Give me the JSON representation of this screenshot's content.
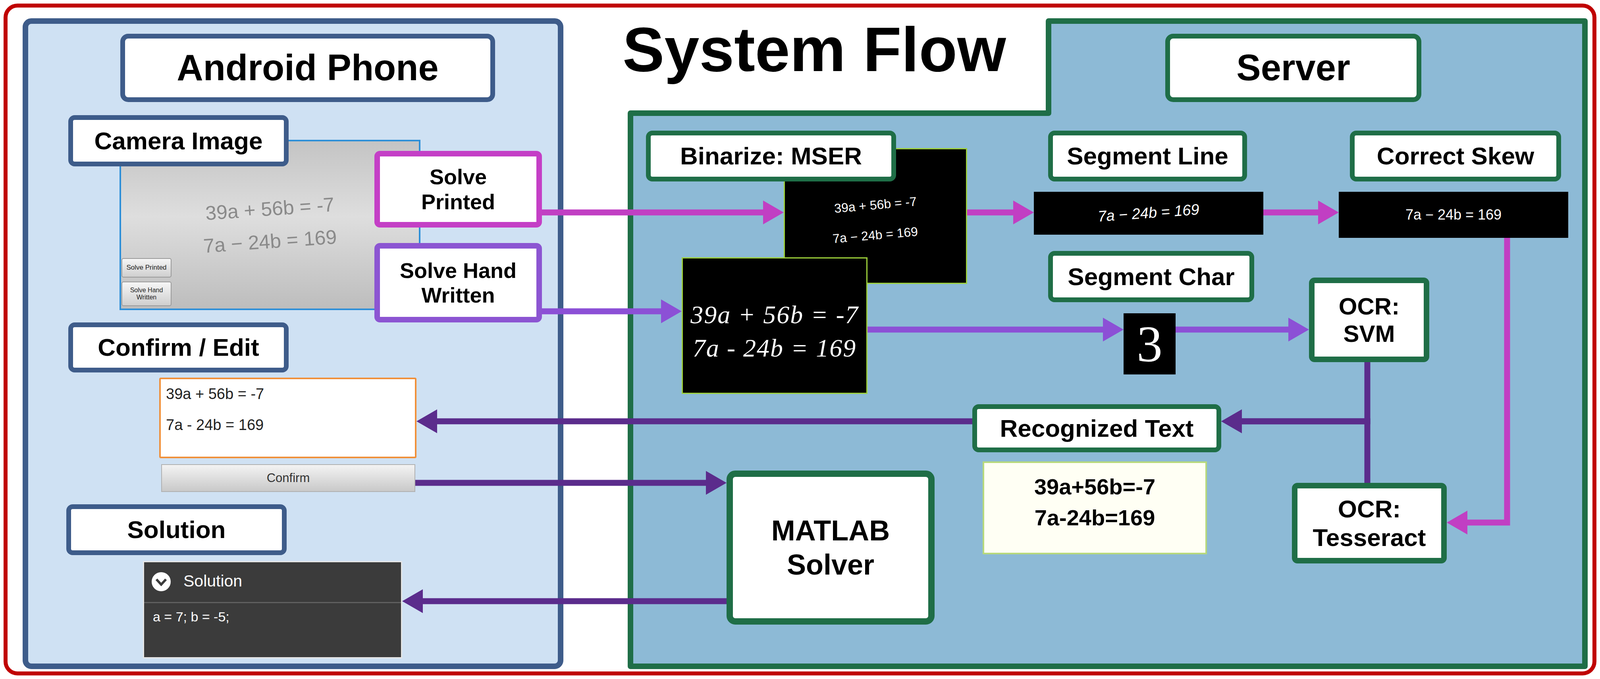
{
  "diagram": {
    "title": "System Flow",
    "nodes": [
      {
        "text": [
          "Android Phone"
        ]
      },
      {
        "text": [
          "Camera Image"
        ],
        "in": 0
      },
      {
        "text": [
          "39a + 56b = -7",
          "7a − 24b = 169"
        ],
        "in": 1
      },
      {
        "text": [
          "Solve Printed"
        ],
        "in": 2
      },
      {
        "text": [
          "Solve Hand Written"
        ],
        "in": 2
      },
      {
        "text": [
          "Solve Printed"
        ],
        "in": 0
      },
      {
        "text": [
          "Solve Hand Written"
        ],
        "in": 0
      },
      {
        "text": [
          "Confirm / Edit"
        ],
        "in": 0
      },
      {
        "text": [
          "39a + 56b = -7",
          "7a - 24b = 169"
        ],
        "in": 7
      },
      {
        "text": [
          "Confirm"
        ],
        "in": 7
      },
      {
        "text": [
          "Solution"
        ],
        "in": 0
      },
      {
        "text": [
          "Solution",
          "a = 7; b = -5;"
        ],
        "in": 10
      },
      {
        "text": [
          "Server"
        ]
      },
      {
        "text": [
          "Binarize: MSER"
        ],
        "in": 12
      },
      {
        "text": [
          "39a + 56b = -7",
          "7a − 24b = 169"
        ],
        "in": 13
      },
      {
        "text": [
          "39a + 56b = -7",
          "7a - 24b = 169"
        ],
        "in": 13
      },
      {
        "text": [
          "Segment Line"
        ],
        "in": 12
      },
      {
        "text": [
          "7a − 24b = 169"
        ],
        "in": 16
      },
      {
        "text": [
          "Correct Skew"
        ],
        "in": 12
      },
      {
        "text": [
          "7a − 24b = 169"
        ],
        "in": 18
      },
      {
        "text": [
          "Segment Char"
        ],
        "in": 12
      },
      {
        "text": [
          "3"
        ],
        "in": 20
      },
      {
        "text": [
          "OCR: SVM"
        ],
        "in": 12
      },
      {
        "text": [
          "Recognized Text"
        ],
        "in": 12
      },
      {
        "text": [
          "39a+56b=-7",
          "7a-24b=169"
        ],
        "in": 23
      },
      {
        "text": [
          "OCR: Tesseract"
        ],
        "in": 12
      },
      {
        "text": [
          "MATLAB Solver"
        ],
        "in": 12
      }
    ],
    "edges": [
      {
        "from": 5,
        "to": 14,
        "arrow": "to"
      },
      {
        "from": 6,
        "to": 15,
        "arrow": "to"
      },
      {
        "from": 14,
        "to": 17,
        "arrow": "to"
      },
      {
        "from": 17,
        "to": 19,
        "arrow": "to"
      },
      {
        "from": 19,
        "to": 25,
        "arrow": "to"
      },
      {
        "from": 15,
        "to": 21,
        "arrow": "to"
      },
      {
        "from": 21,
        "to": 22,
        "arrow": "to"
      },
      {
        "from": 22,
        "to": 23,
        "arrow": "to"
      },
      {
        "from": 25,
        "to": 23,
        "arrow": "to"
      },
      {
        "from": 23,
        "to": 8,
        "arrow": "to"
      },
      {
        "from": 9,
        "to": 26,
        "arrow": "to"
      },
      {
        "from": 26,
        "to": 11,
        "arrow": "to"
      }
    ]
  }
}
